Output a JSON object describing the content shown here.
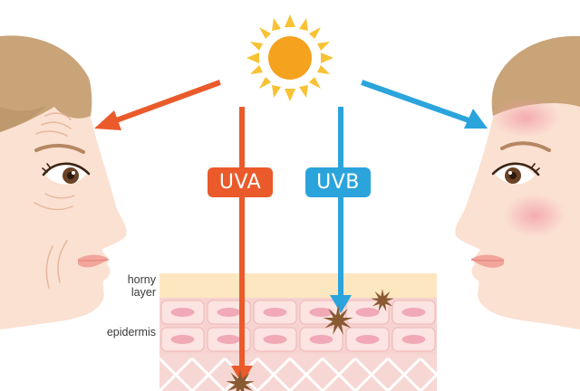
{
  "colors": {
    "uva": "#ea5a2b",
    "uvb": "#2ba4dc",
    "sun": "#f5a21e",
    "sun_rays": "#f7c233",
    "skin": "#fbe1d2",
    "hair": "#c9a479",
    "horny_layer": "#fde7c0",
    "epidermis": "#f6d3d0",
    "cell": "#f1a9b6",
    "damage": "#8a5a33",
    "blush": "#f29aa6"
  },
  "labels": {
    "uva": "UVA",
    "uvb": "UVB",
    "horny_layer": "horny\nlayer",
    "epidermis": "epidermis"
  },
  "icons": {
    "sun": "sun-icon",
    "damage": "damage-starburst-icon"
  }
}
